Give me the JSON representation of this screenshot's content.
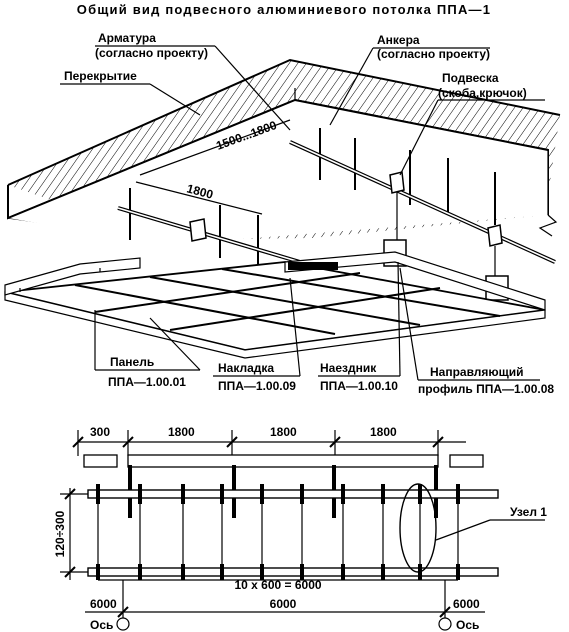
{
  "title": "Общий вид подвесного алюминиевого потолка ППА—1",
  "callouts": {
    "armatura": "Арматура",
    "armatura_note": "(согласно проекту)",
    "ankera": "Анкера",
    "ankera_note": "(согласно проекту)",
    "perekrytie": "Перекрытие",
    "podveska": "Подвеска",
    "podveska_note": "(скоба,крючок)",
    "panel": "Панель",
    "panel_code": "ППА—1.00.01",
    "nakladka": "Накладка",
    "nakladka_code": "ППА—1.00.09",
    "naezdnik": "Наездник",
    "naezdnik_code": "ППА—1.00.10",
    "profile": "Направляющий",
    "profile_code": "профиль ППА—1.00.08"
  },
  "iso_dims": {
    "span_range": "1500...1800",
    "span": "1800"
  },
  "plan": {
    "top_dims": [
      "300",
      "1800",
      "1800",
      "1800"
    ],
    "vertical_dim": "120÷300",
    "node_label": "Узел 1",
    "grid_dim": "10 x 600 = 6000",
    "bottom_dims": [
      "6000",
      "6000",
      "6000"
    ],
    "axis_label": "Ось"
  }
}
